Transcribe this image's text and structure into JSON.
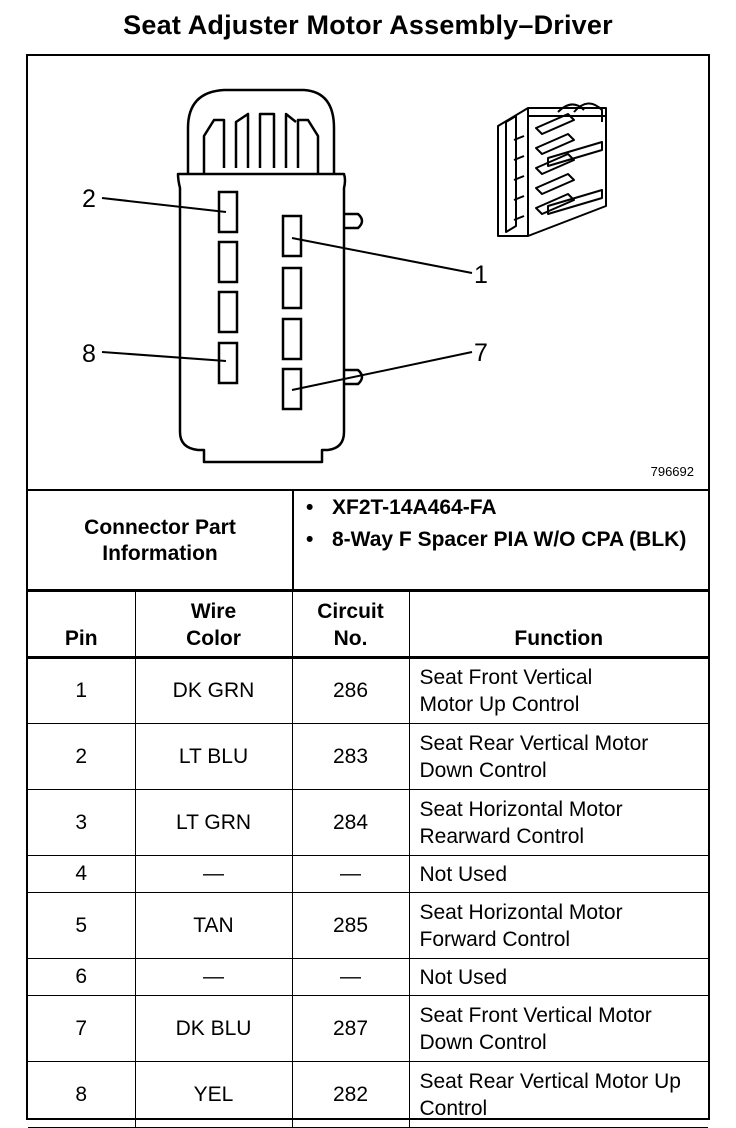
{
  "title": "Seat Adjuster Motor Assembly–Driver",
  "diagram": {
    "pin_callouts": [
      "2",
      "1",
      "8",
      "7"
    ],
    "figure_id": "796692"
  },
  "connector": {
    "label": "Connector Part Information",
    "parts": [
      "XF2T-14A464-FA",
      "8-Way F Spacer PIA W/O CPA (BLK)"
    ]
  },
  "table": {
    "headers": [
      "Pin",
      "Wire Color",
      "Circuit No.",
      "Function"
    ],
    "rows": [
      {
        "pin": "1",
        "color": "DK GRN",
        "circuit": "286",
        "function": "Seat Front Vertical Motor Up Control"
      },
      {
        "pin": "2",
        "color": "LT BLU",
        "circuit": "283",
        "function": "Seat Rear Vertical Motor Down Control"
      },
      {
        "pin": "3",
        "color": "LT GRN",
        "circuit": "284",
        "function": "Seat Horizontal Motor Rearward Control"
      },
      {
        "pin": "4",
        "color": "—",
        "circuit": "—",
        "function": "Not Used"
      },
      {
        "pin": "5",
        "color": "TAN",
        "circuit": "285",
        "function": "Seat Horizontal Motor Forward Control"
      },
      {
        "pin": "6",
        "color": "—",
        "circuit": "—",
        "function": "Not Used"
      },
      {
        "pin": "7",
        "color": "DK BLU",
        "circuit": "287",
        "function": "Seat Front Vertical Motor Down Control"
      },
      {
        "pin": "8",
        "color": "YEL",
        "circuit": "282",
        "function": "Seat Rear Vertical Motor Up Control"
      }
    ]
  }
}
